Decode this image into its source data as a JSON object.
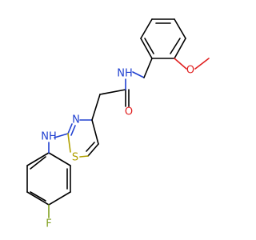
{
  "atoms": {
    "fluorine": {
      "label": "F",
      "color": "#80a020"
    },
    "aniline_nh": {
      "label": "NH",
      "color": "#2040d0"
    },
    "thiazole_n": {
      "label": "N",
      "color": "#2040d0"
    },
    "thiazole_s": {
      "label": "S",
      "color": "#b0a000"
    },
    "carbonyl_o": {
      "label": "O",
      "color": "#e02020"
    },
    "amide_nh": {
      "label": "NH",
      "color": "#2040d0"
    },
    "methoxy_o": {
      "label": "O",
      "color": "#e02020"
    }
  }
}
